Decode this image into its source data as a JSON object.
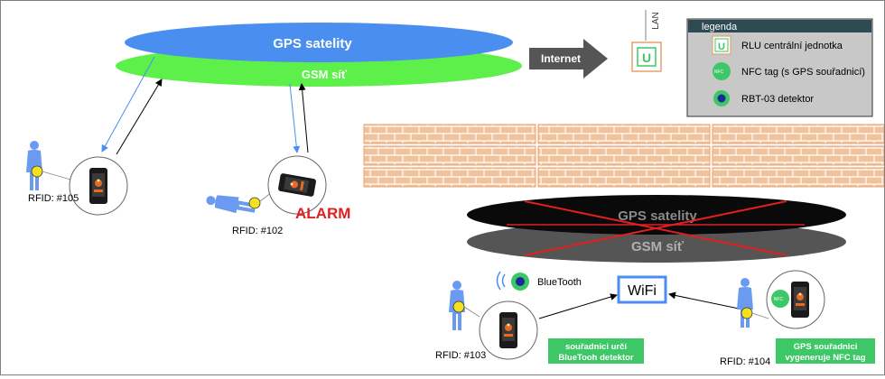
{
  "sky": {
    "gps_label": "GPS satelity",
    "gsm_label": "GSM síť"
  },
  "internet": {
    "label": "Internet",
    "lan_label": "LAN",
    "rlu_glyph": "U"
  },
  "legend": {
    "title": "legenda",
    "items": [
      {
        "icon": "rlu-unit-icon",
        "glyph": "U",
        "label": "RLU centrální jednotka"
      },
      {
        "icon": "nfc-tag-icon",
        "glyph": "NFC",
        "label": "NFC tag (s GPS souřadnicí)"
      },
      {
        "icon": "rbt-detector-icon",
        "glyph": "",
        "label": "RBT-03 detektor"
      }
    ]
  },
  "underground": {
    "gps_label": "GPS satelity",
    "gsm_label": "GSM síť"
  },
  "persons": {
    "p105": {
      "rfid": "RFID: #105"
    },
    "p102": {
      "rfid": "RFID: #102",
      "alarm": "ALARM"
    },
    "p103": {
      "rfid": "RFID: #103"
    },
    "p104": {
      "rfid": "RFID: #104"
    }
  },
  "bluetooth": {
    "label": "BlueTooth"
  },
  "wifi": {
    "label": "WiFi"
  },
  "notes": {
    "left_line1": "souřadnici určí",
    "left_line2": "BlueTooh detektor",
    "right_line1": "GPS souřadnici",
    "right_line2": "vygeneruje NFC tag"
  },
  "colors": {
    "gps_blue": "#4a8ff0",
    "gsm_green": "#5ef04a",
    "brick": "#e8a070",
    "alarm_red": "#e02020",
    "note_green": "#3dc766",
    "person_blue": "#6b9bf0"
  }
}
